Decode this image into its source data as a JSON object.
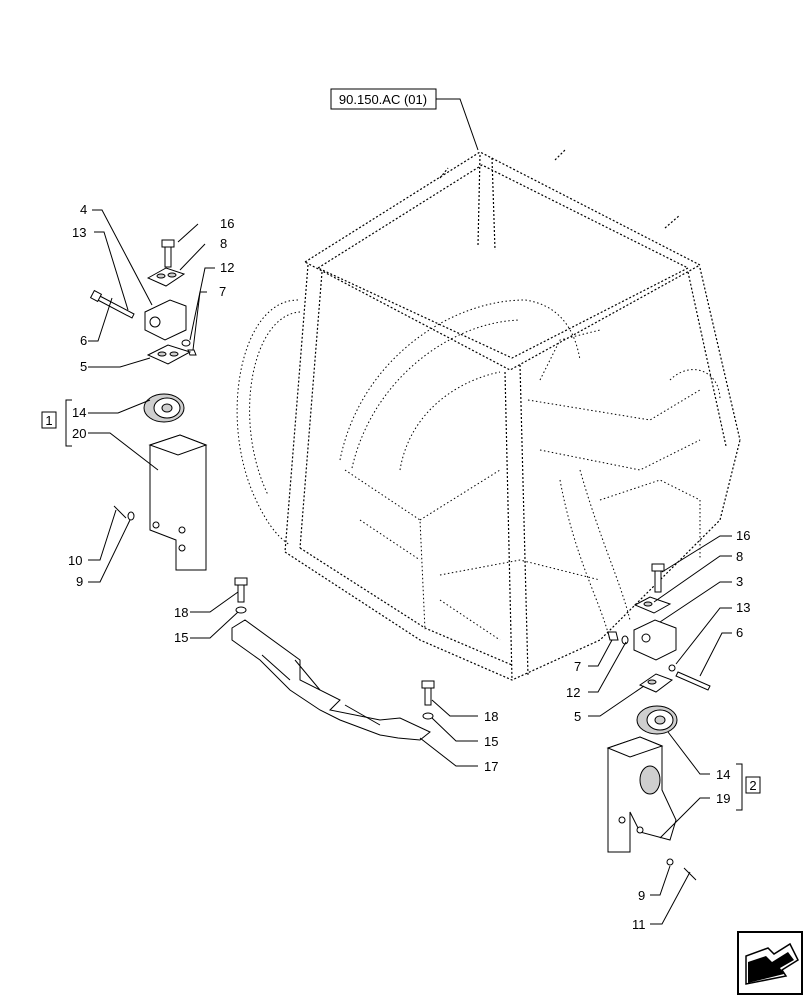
{
  "reference_label": "90.150.AC (01)",
  "group_boxes": [
    "1",
    "2"
  ],
  "callouts": {
    "left_top": [
      "4",
      "16",
      "13",
      "8",
      "12",
      "7",
      "6",
      "5"
    ],
    "left_mid": [
      "14",
      "20",
      "10",
      "9"
    ],
    "center_bottom": [
      "18",
      "15",
      "18",
      "15",
      "17"
    ],
    "right_top": [
      "16",
      "8",
      "3",
      "13",
      "6",
      "7",
      "12",
      "5"
    ],
    "right_bottom": [
      "14",
      "19",
      "9",
      "11"
    ]
  },
  "nav_icon": "next-page-arrow-icon"
}
